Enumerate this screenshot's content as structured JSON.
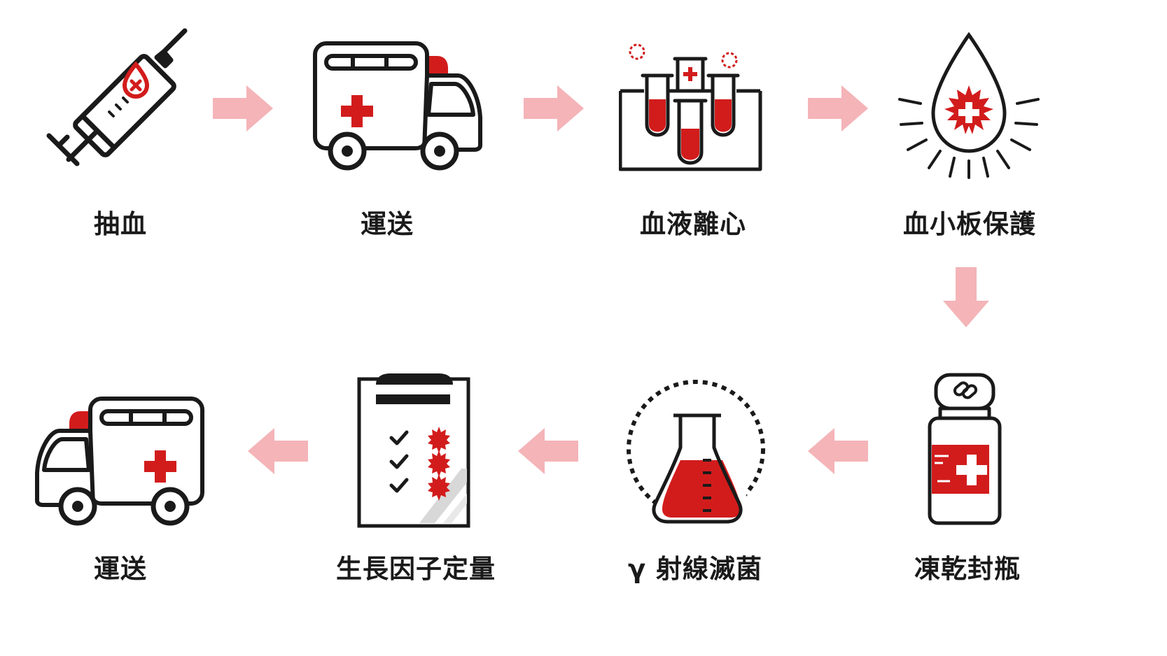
{
  "colors": {
    "accent": "#d21c1c",
    "arrow": "#f4b4b8",
    "line": "#1a1a1a"
  },
  "steps": [
    {
      "label": "抽血",
      "icon": "syringe-icon"
    },
    {
      "label": "運送",
      "icon": "ambulance-icon"
    },
    {
      "label": "血液離心",
      "icon": "test-tubes-icon"
    },
    {
      "label": "血小板保護",
      "icon": "blood-drop-icon"
    },
    {
      "label": "凍乾封瓶",
      "icon": "vial-icon"
    },
    {
      "label": "γ 射線滅菌",
      "icon": "flask-radiation-icon"
    },
    {
      "label": "生長因子定量",
      "icon": "clipboard-checklist-icon"
    },
    {
      "label": "運送",
      "icon": "ambulance-icon"
    }
  ]
}
